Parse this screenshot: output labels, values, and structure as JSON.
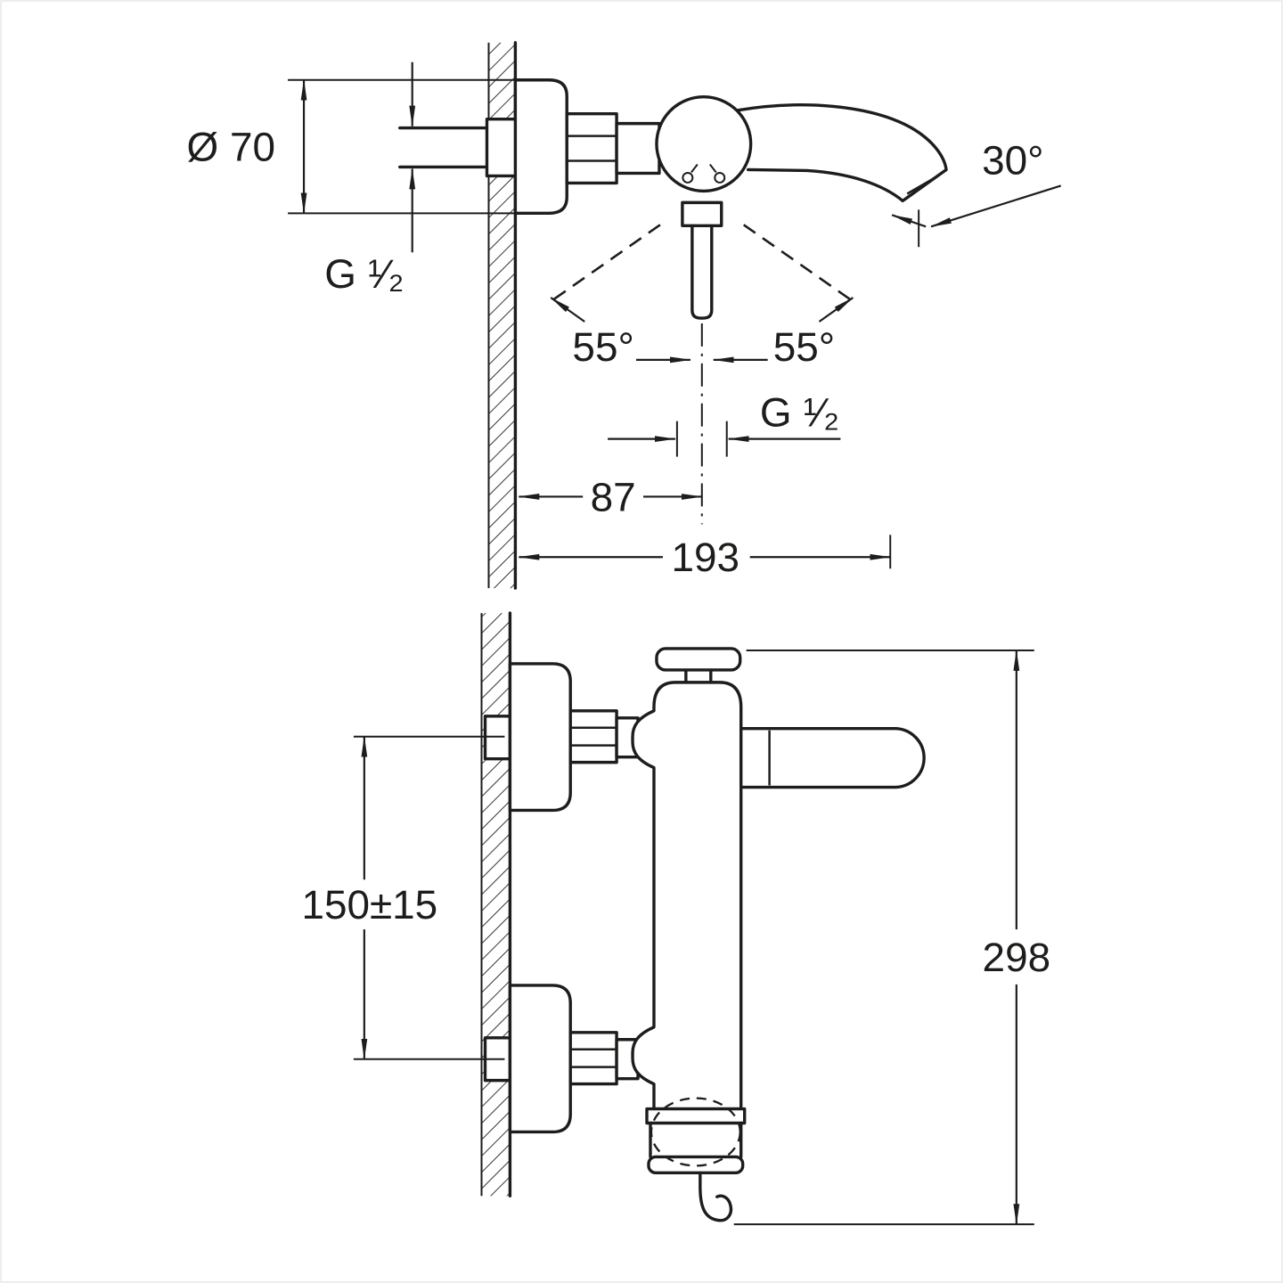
{
  "colors": {
    "line": "#1d1d1b",
    "background": "#ffffff",
    "frame_border": "#ededed"
  },
  "drawing": {
    "top_view": {
      "escutcheon_diameter": "Ø 70",
      "inlet_thread": "G ¹⁄₂",
      "spout_angle": "30°",
      "handle_swing_left": "55°",
      "handle_swing_right": "55°",
      "outlet_thread": "G ¹⁄₂",
      "wall_to_body_center": "87",
      "wall_to_spout_tip": "193"
    },
    "side_view": {
      "inlet_center_distance": "150±15",
      "overall_height": "298"
    }
  }
}
